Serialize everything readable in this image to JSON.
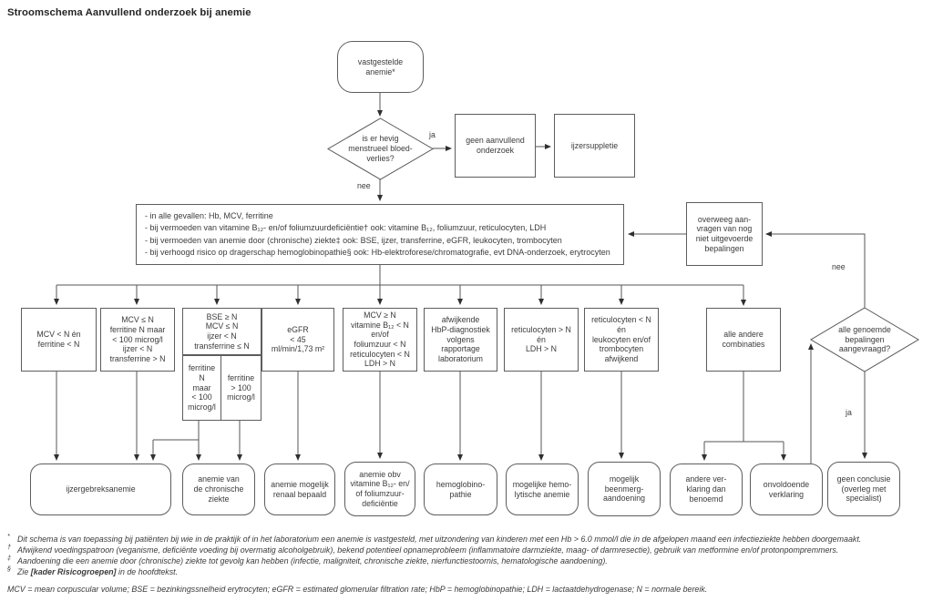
{
  "title": "Stroomschema Aanvullend onderzoek bij anemie",
  "edge_labels": {
    "ja_top": "ja",
    "nee_top": "nee",
    "nee_right": "nee",
    "ja_right": "ja"
  },
  "nodes": {
    "start": "vastgestelde\nanemie*",
    "decision_menstrual": "is er hevig\nmenstrueel bloed-\nverlies?",
    "no_additional": "geen aanvullend\nonderzoek",
    "iron_suppletion": "ijzersuppletie",
    "lab_panel": "- in alle gevallen: Hb, MCV, ferritine\n- bij vermoeden van vitamine B₁₂- en/of foliumzuurdeficiëntie† ook: vitamine B₁₂, foliumzuur, reticulocyten, LDH\n- bij vermoeden van anemie door (chronische) ziekte‡ ook: BSE, ijzer, transferrine, eGFR, leukocyten, trombocyten\n- bij verhoogd risico op dragerschap hemoglobinopathie§ ook: Hb-elektroforese/chromatografie, evt DNA-onderzoek, erytrocyten",
    "consider_order": "overweeg aan-\nvragen van nog\nniet uitgevoerde\nbepalingen",
    "cond_mcv_ferritine": "MCV < N én\nferritine < N",
    "cond_mcv_le": "MCV ≤ N\nferritine N maar\n< 100 microg/l\nijzer < N\ntransferrine > N",
    "cond_bse": "BSE ≥ N\nMCV ≤ N\nijzer < N\ntransferrine ≤ N",
    "cond_bse_ferritine_low": "ferritine\nN\nmaar\n< 100\nmicrog/l",
    "cond_bse_ferritine_high": "ferritine\n> 100\nmicrog/l",
    "cond_egfr": "eGFR\n< 45\nml/min/1,73 m²",
    "cond_b12": "MCV ≥ N\nvitamine B₁₂ < N\nen/of\nfoliumzuur < N\nreticulocyten < N\nLDH > N",
    "cond_hbp": "afwijkende\nHbP-diagnostiek\nvolgens\nrapportage\nlaboratorium",
    "cond_retic_high": "reticulocyten > N\nén\nLDH > N",
    "cond_retic_low": "reticulocyten < N\nén\nleukocyten en/of\ntrombocyten\nafwijkend",
    "cond_other": "alle andere\ncombinaties",
    "decision_all_ordered": "alle genoemde\nbepalingen\naangevraagd?",
    "res_iron_deficiency": "ijzergebreksanemie",
    "res_chronic": "anemie van\nde chronische\nziekte",
    "res_renal": "anemie mogelijk\nrenaal bepaald",
    "res_b12": "anemie obv\nvitamine B₁₂- en/\nof foliumzuur-\ndeficiëntie",
    "res_hbp": "hemoglobino-\npathie",
    "res_hemolytic": "mogelijke hemo-\nlytische anemie",
    "res_bone_marrow": "mogelijk\nbeenmerg-\naandoening",
    "res_other_expl": "andere ver-\nklaring dan\nbenoemd",
    "res_insufficient": "onvoldoende\nverklaring",
    "res_no_conclusion": "geen conclusie\n(overleg met\nspecialist)"
  },
  "footnotes": [
    {
      "marker": "*",
      "text": "Dit schema is van toepassing bij patiënten bij wie in de praktijk of in het laboratorium een anemie is vastgesteld, met uitzondering van kinderen met een Hb > 6.0 mmol/l die in de afgelopen maand een infectieziekte hebben doorgemaakt."
    },
    {
      "marker": "†",
      "text": "Afwijkend voedingspatroon (veganisme, deficiënte voeding bij overmatig alcoholgebruik), bekend potentieel opnameprobleem (inflammatoire darmziekte, maag- of darmresectie), gebruik van metformine en/of protonpompremmers."
    },
    {
      "marker": "‡",
      "text": "Aandoening die een anemie door (chronische) ziekte tot gevolg kan hebben (infectie, maligniteit, chronische ziekte, nierfunctiestoornis, hematologische aandoening)."
    },
    {
      "marker": "§",
      "text_pre": "Zie ",
      "text_bold": "[kader Risicogroepen]",
      "text_post": " in de hoofdtekst."
    }
  ],
  "abbreviations": "MCV = mean corpuscular volume; BSE = bezinkingssnelheid erytrocyten; eGFR = estimated glomerular filtration rate; HbP = hemoglobinopathie; LDH = lactaatdehydrogenase; N = normale bereik."
}
